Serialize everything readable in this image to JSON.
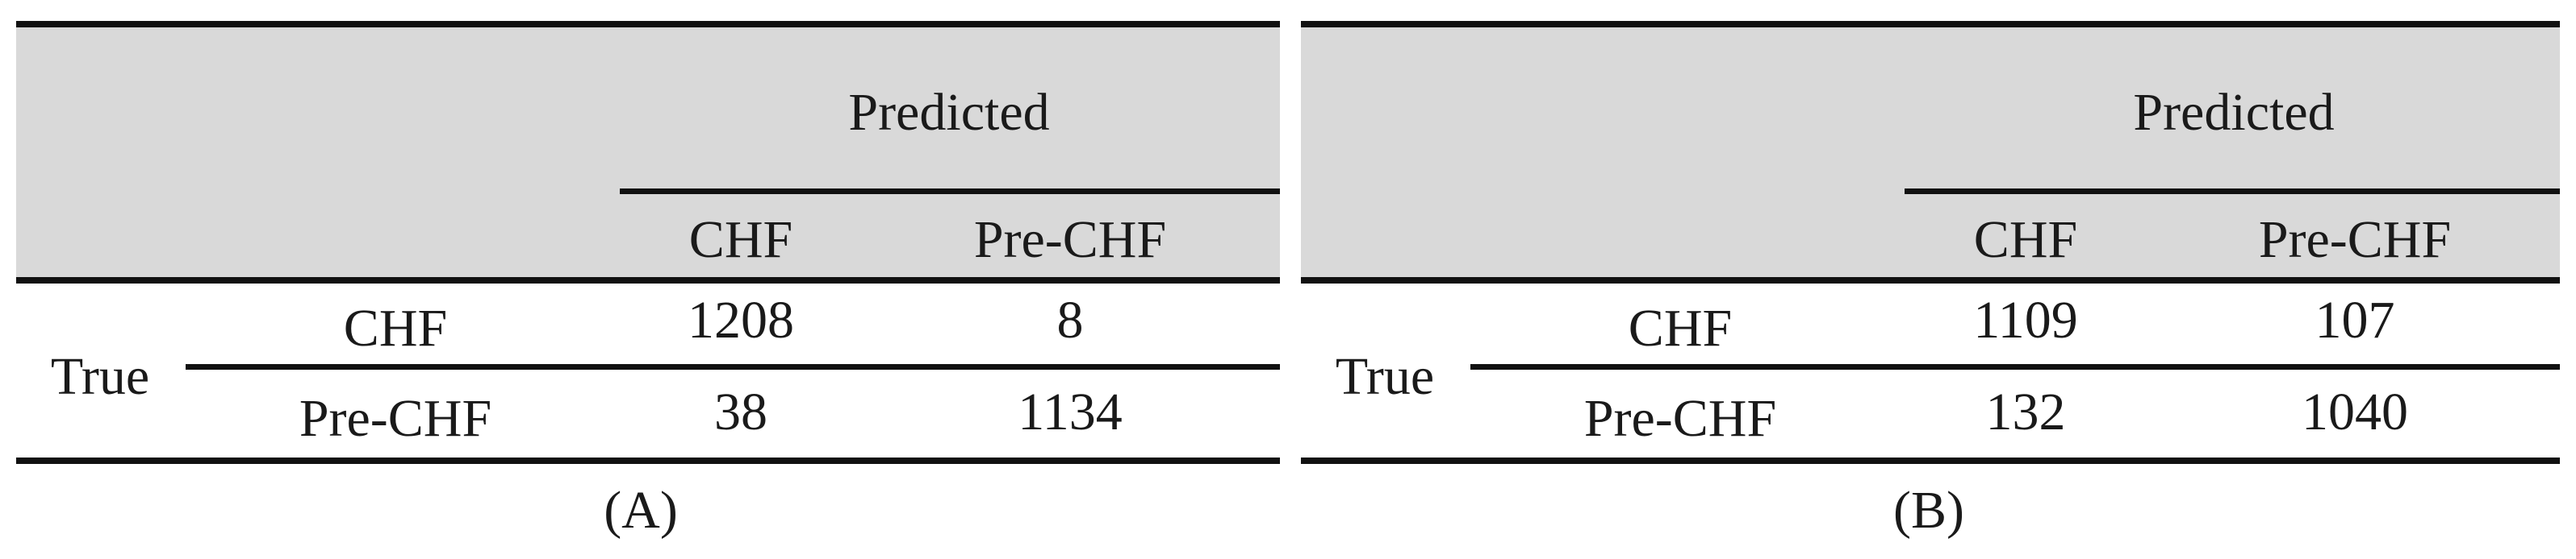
{
  "chart_data": [
    {
      "type": "table",
      "caption": "(A)",
      "header": {
        "group": "Predicted",
        "columns": [
          "CHF",
          "Pre-CHF"
        ]
      },
      "row_group": "True",
      "rows": [
        {
          "label": "CHF",
          "values": [
            1208,
            8
          ]
        },
        {
          "label": "Pre-CHF",
          "values": [
            38,
            1134
          ]
        }
      ]
    },
    {
      "type": "table",
      "caption": "(B)",
      "header": {
        "group": "Predicted",
        "columns": [
          "CHF",
          "Pre-CHF"
        ]
      },
      "row_group": "True",
      "rows": [
        {
          "label": "CHF",
          "values": [
            1109,
            107
          ]
        },
        {
          "label": "Pre-CHF",
          "values": [
            132,
            1040
          ]
        }
      ]
    }
  ]
}
